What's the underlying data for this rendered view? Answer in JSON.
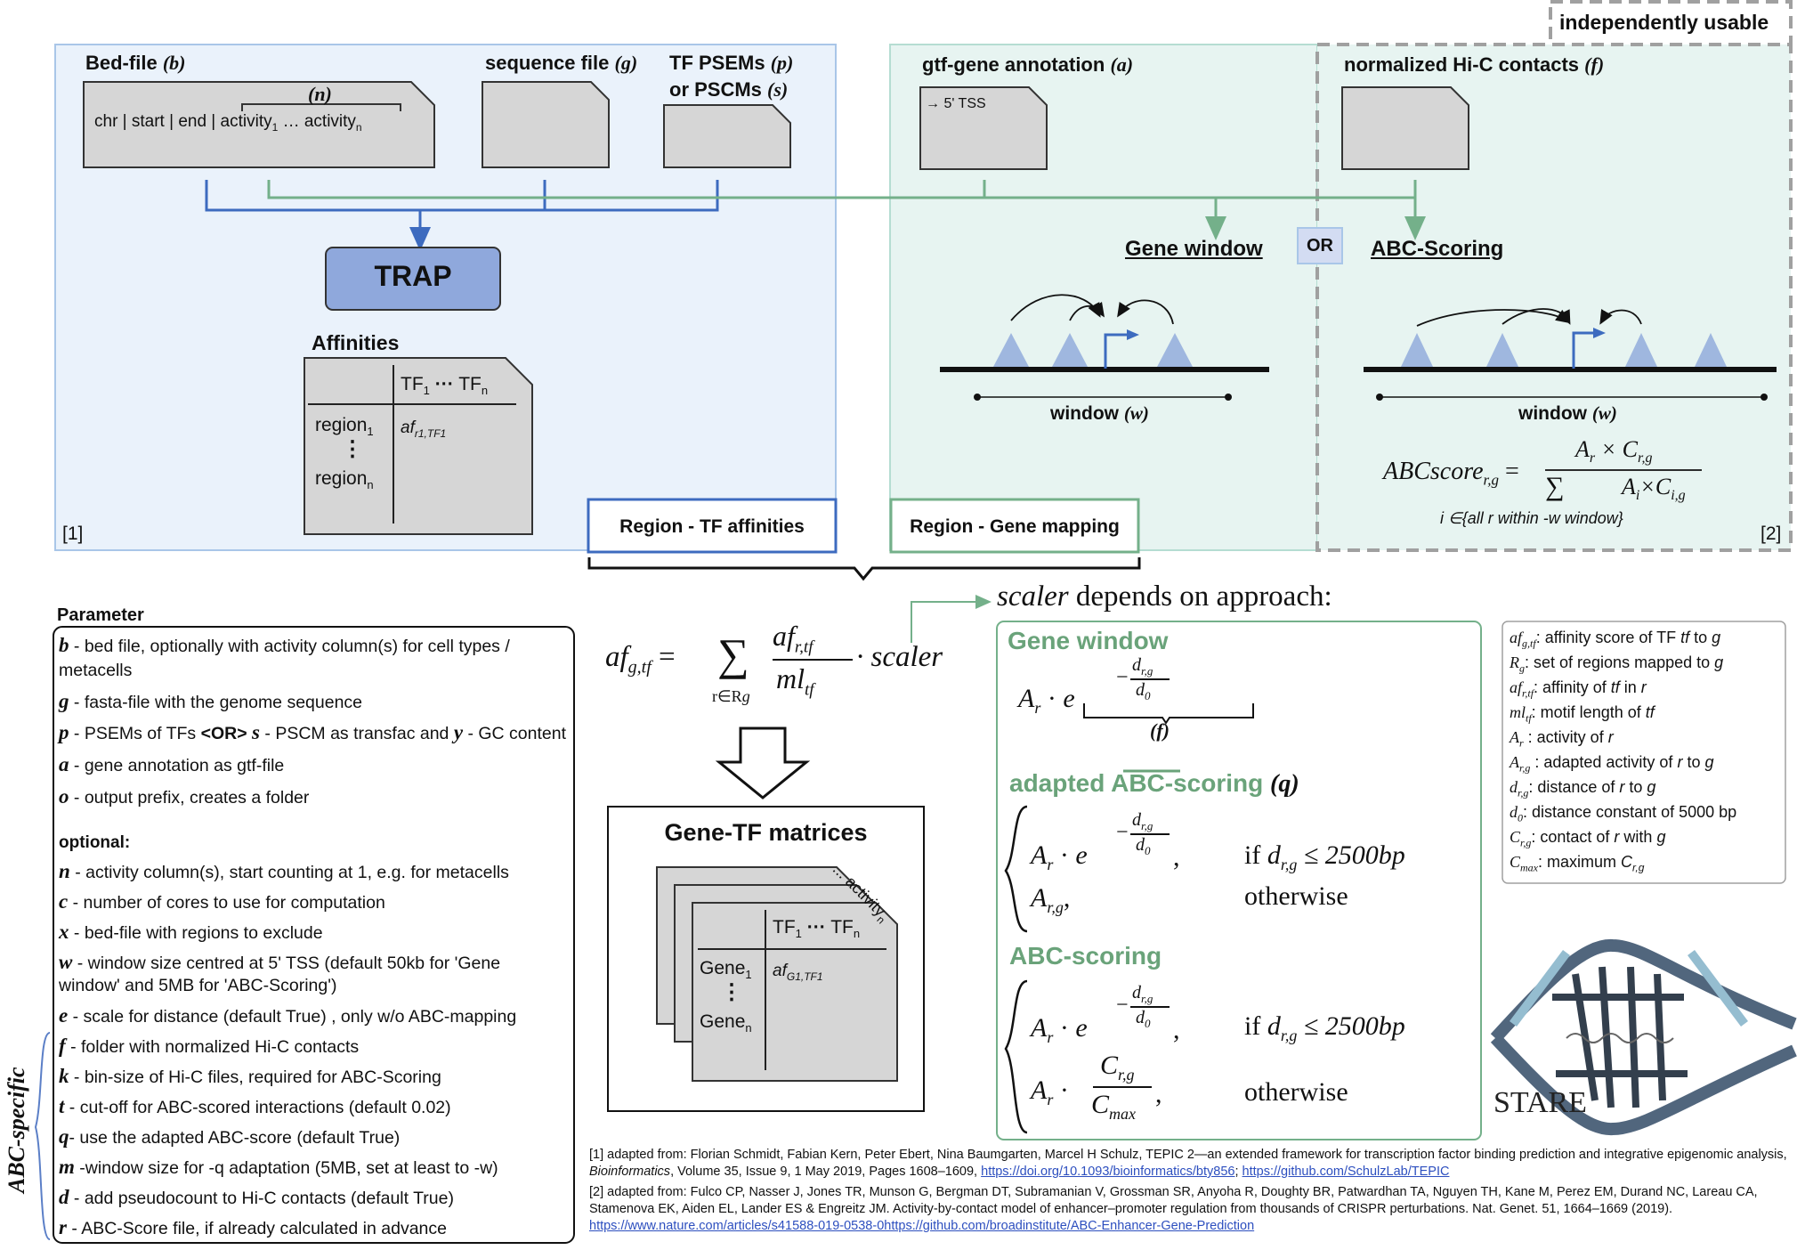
{
  "top_left": {
    "bed_file_label": "Bed-file",
    "bed_file_key": "(b)",
    "bed_columns": "chr | start | end |",
    "bed_activity": "activity",
    "bed_activity_sub1": "1",
    "bed_activity_dots": " … activity",
    "bed_activity_subn": "n",
    "bed_n_key": "(n)",
    "sequence_label": "sequence file",
    "sequence_key": "(g)",
    "tf_label_1": "TF PSEMs",
    "tf_key_p": "(p)",
    "tf_label_2": "or PSCMs",
    "tf_key_s": "(s)",
    "trap_label": "TRAP",
    "affinities_label": "Affinities",
    "aff_tf1": "TF",
    "aff_tf1_sub": "1",
    "aff_dots": "···",
    "aff_tfn": "TF",
    "aff_tfn_sub": "n",
    "aff_region1": "region",
    "aff_region1_sub": "1",
    "aff_vdots": "⋮",
    "aff_regionn": "region",
    "aff_regionn_sub": "n",
    "aff_cell": "af",
    "aff_cell_sub": "r1,TF1",
    "ref1": "[1]",
    "region_tf_label": "Region - TF affinities"
  },
  "top_middle": {
    "gtf_label": "gtf-gene annotation",
    "gtf_key": "(a)",
    "gtf_inner": "→ 5' TSS",
    "gene_window_label": "Gene window",
    "or_label": "OR",
    "window_label": "window",
    "window_key": "(w)",
    "region_gene_label": "Region - Gene mapping"
  },
  "top_right": {
    "independently_usable": "independently usable",
    "hic_label": "normalized Hi-C contacts",
    "hic_key": "(f)",
    "abc_label": "ABC-Scoring",
    "window_label": "window",
    "window_key": "(w)",
    "abc_formula_lhs": "ABCscore",
    "abc_formula_lhs_sub": "r,g",
    "abc_num": "A",
    "abc_num_sub1": "r",
    "abc_times": " × C",
    "abc_num_sub2": "r,g",
    "abc_den_sum": "∑",
    "abc_den": "A",
    "abc_den_sub1": "i",
    "abc_den_times": "×C",
    "abc_den_sub2": "i,g",
    "abc_condition": "i ∈{all r within -w window}",
    "ref2": "[2]"
  },
  "parameters": {
    "title": "Parameter",
    "items": [
      {
        "key": "b",
        "text": " - bed file, optionally with activity column(s) for cell types /"
      },
      {
        "key": "",
        "text": "metacells"
      },
      {
        "key": "g",
        "text": " - fasta-file with the genome sequence"
      },
      {
        "key": "p",
        "text": " - PSEMs of TFs "
      },
      {
        "key": "a",
        "text": " - gene annotation as gtf-file"
      },
      {
        "key": "o",
        "text": " - output prefix, creates a folder"
      }
    ],
    "p_or": "<OR>",
    "p_s_key": "s",
    "p_s_text": " - PSCM as transfac and ",
    "p_y_key": "y",
    "p_y_text": " - GC content",
    "optional_title": "optional:",
    "optional_items": [
      {
        "key": "n",
        "text": " - activity column(s), start counting at 1, e.g. for metacells"
      },
      {
        "key": "c",
        "text": " - number of cores to use for computation"
      },
      {
        "key": "x",
        "text": " - bed-file with regions to exclude"
      },
      {
        "key": "w",
        "text": " - window size centred at 5' TSS (default 50kb for 'Gene"
      },
      {
        "key": "",
        "text": "window' and 5MB for 'ABC-Scoring')"
      },
      {
        "key": "e",
        "text": " - scale for distance (default True) , only w/o ABC-mapping"
      },
      {
        "key": "f",
        "text": " -  folder with normalized Hi-C contacts"
      },
      {
        "key": "k",
        "text": " - bin-size of Hi-C files, required for ABC-Scoring"
      },
      {
        "key": "t",
        "text": " - cut-off for ABC-scored interactions (default 0.02)"
      },
      {
        "key": "q",
        "text": "- use the adapted ABC-score (default True)"
      },
      {
        "key": "m",
        "text": " -window size for -q adaptation (5MB, set at least to -w)"
      },
      {
        "key": "d",
        "text": " - add pseudocount to Hi-C contacts (default True)"
      },
      {
        "key": "r",
        "text": " - ABC-Score file, if already calculated in advance"
      }
    ],
    "abc_specific": "ABC-specific"
  },
  "center": {
    "formula_lhs": "af",
    "formula_lhs_sub": "g,tf",
    "formula_eq": "=",
    "formula_sum": "∑",
    "formula_sum_sub": "r∈R",
    "formula_sum_sub2": "g",
    "formula_num": "af",
    "formula_num_sub": "r,tf",
    "formula_den": "ml",
    "formula_den_sub": "tf",
    "formula_scaler": "· scaler",
    "matrices_title": "Gene-TF matrices",
    "activity_label": "... activity",
    "activity_sub": "n",
    "m_tf1": "TF",
    "m_tf1_sub": "1",
    "m_dots": "···",
    "m_tfn": "TF",
    "m_tfn_sub": "n",
    "m_gene1": "Gene",
    "m_gene1_sub": "1",
    "m_vdots": "⋮",
    "m_genen": "Gene",
    "m_genen_sub": "n",
    "m_cell": "af",
    "m_cell_sub": "G1,TF1"
  },
  "scaler": {
    "heading_scaler": "scaler",
    "heading_rest": " depends on approach:",
    "gene_window": "Gene window",
    "gw_Ar": "A",
    "gw_Ar_sub": "r",
    "gw_dot": "·",
    "gw_e": "e",
    "gw_exp_num": "d",
    "gw_exp_num_sub": "r,g",
    "gw_exp_den": "d",
    "gw_exp_den_sub": "0",
    "gw_minus": "−",
    "gw_brace_key": "(f)",
    "adapted_abc_1": "adapted ",
    "adapted_abc_2": "ABC",
    "adapted_abc_3": "-scoring",
    "adapted_key": "(q)",
    "case_if": "if",
    "case_cond_d": "d",
    "case_cond_sub": "r,g",
    "case_cond_rest": "≤ 2500bp",
    "case_otherwise": "otherwise",
    "case_Arg": "A",
    "case_Arg_sub": "r,g",
    "case_comma": ",",
    "abc_scoring": "ABC-scoring",
    "abc_C": "C",
    "abc_C_sub": "r,g",
    "abc_Cmax": "C",
    "abc_Cmax_sub": "max"
  },
  "legend": {
    "items": [
      {
        "sym": "af",
        "sub": "g,tf",
        "text": ": affinity score of TF ",
        "tail_it": "tf",
        "tail": " to ",
        "tail_it2": "g"
      },
      {
        "sym": "R",
        "sub": "g",
        "text": ": set of regions mapped to ",
        "tail_it": "g",
        "tail": "",
        "tail_it2": ""
      },
      {
        "sym": "af",
        "sub": "r,tf",
        "text": ": affinity of ",
        "tail_it": "tf",
        "tail": " in ",
        "tail_it2": "r"
      },
      {
        "sym": "ml",
        "sub": "tf",
        "text": ": motif length of ",
        "tail_it": "tf",
        "tail": "",
        "tail_it2": ""
      },
      {
        "sym": "A",
        "sub": "r",
        "text": " : activity of ",
        "tail_it": "r",
        "tail": "",
        "tail_it2": ""
      },
      {
        "sym": "A",
        "sub": "r,g",
        "text": " : adapted activity of ",
        "tail_it": "r",
        "tail": " to ",
        "tail_it2": "g"
      },
      {
        "sym": "d",
        "sub": "r,g",
        "text": ": distance of ",
        "tail_it": "r",
        "tail": " to ",
        "tail_it2": "g"
      },
      {
        "sym": "d",
        "sub": "0",
        "text": ": distance constant of 5000 bp",
        "tail_it": "",
        "tail": "",
        "tail_it2": ""
      },
      {
        "sym": "C",
        "sub": "r,g",
        "text": ": contact of ",
        "tail_it": "r",
        "tail": " with ",
        "tail_it2": "g"
      },
      {
        "sym": "C",
        "sub": "max",
        "text": ": maximum ",
        "tail_it": "C",
        "tail": "",
        "tail_it2": "",
        "tail_sub": "r,g"
      }
    ],
    "logo_text": "STARE"
  },
  "references": {
    "ref1_a": "[1] adapted from: Florian Schmidt, Fabian Kern, Peter Ebert, Nina Baumgarten, Marcel H Schulz, TEPIC 2—an extended framework for transcription factor binding prediction and integrative epigenomic analysis, ",
    "ref1_journal": "Bioinformatics",
    "ref1_b": ", Volume 35, Issue 9, 1 May 2019, Pages 1608–1609, ",
    "ref1_link1": "https://doi.org/10.1093/bioinformatics/bty856",
    "ref1_sep": "; ",
    "ref1_link2": "https://github.com/SchulzLab/TEPIC",
    "ref2_a": "[2] adapted from: Fulco CP, Nasser J, Jones TR, Munson G, Bergman DT, Subramanian V, Grossman SR, Anyoha R, Doughty BR, Patwardhan TA, Nguyen TH, Kane M, Perez EM, Durand NC, Lareau CA, Stamenova EK, Aiden EL, Lander ES & Engreitz JM. Activity-by-contact model of enhancer–promoter regulation from thousands of CRISPR perturbations. Nat. Genet. 51, 1664–1669 (2019). ",
    "ref2_link": "https://www.nature.com/articles/s41588-019-0538-0https://github.com/broadinstitute/ABC-Enhancer-Gene-Prediction"
  },
  "colors": {
    "blue_panel": "#eaf2fb",
    "blue_border": "#a9c6e8",
    "green_panel": "#e7f4f1",
    "green_border": "#b5ddd2",
    "trap_fill": "#8fa8dc",
    "blue_line": "#3d6bbf",
    "green_line": "#74b08a",
    "green_text": "#6aa37a",
    "or_fill": "#d3dcf2",
    "peak": "#9fb7df",
    "doc_fill": "#d6d6d6"
  }
}
